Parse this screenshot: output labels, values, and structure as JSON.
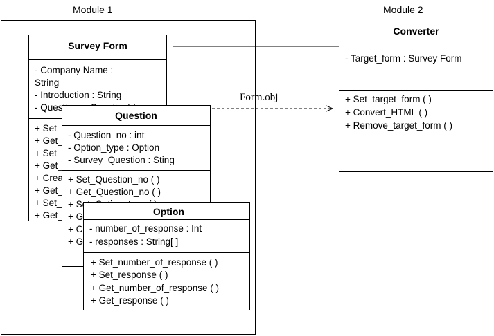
{
  "modules": {
    "module1_label": "Module 1",
    "module2_label": "Module 2"
  },
  "connector_label": "Form.obj",
  "classes": {
    "survey_form": {
      "name": "Survey Form",
      "attributes": [
        "- Company Name :",
        "String",
        "- Introduction : String",
        "- Questions : Question[ ]"
      ],
      "methods": [
        "+ Set_Company_name ( )",
        "+ Get_Company_name ( )",
        "+ Set_Introduction ( )",
        "+ Get_Introduction ( )",
        "+ Create_Question ( )",
        "+ Get_Question ( )",
        "+ Set_Question ( )",
        "+ Get_Question_list ( )"
      ]
    },
    "question": {
      "name": "Question",
      "attributes": [
        "- Question_no : int",
        "- Option_type : Option",
        "- Survey_Question : Sting"
      ],
      "methods": [
        "+ Set_Question_no ( )",
        "+ Get_Question_no ( )",
        "+ Set_Option_type ( )",
        "+ Get_Option_type ( )",
        "+ Create_Option ( )",
        "+ Get_Option ( )"
      ]
    },
    "option": {
      "name": "Option",
      "attributes": [
        "- number_of_response : Int",
        "- responses : String[ ]"
      ],
      "methods": [
        "+ Set_number_of_response ( )",
        "+ Set_response ( )",
        "+ Get_number_of_response ( )",
        "+ Get_response ( )"
      ]
    },
    "converter": {
      "name": "Converter",
      "attributes": [
        "- Target_form : Survey Form"
      ],
      "methods": [
        "+ Set_target_form ( )",
        "+ Convert_HTML ( )",
        "+ Remove_target_form ( )"
      ]
    }
  }
}
